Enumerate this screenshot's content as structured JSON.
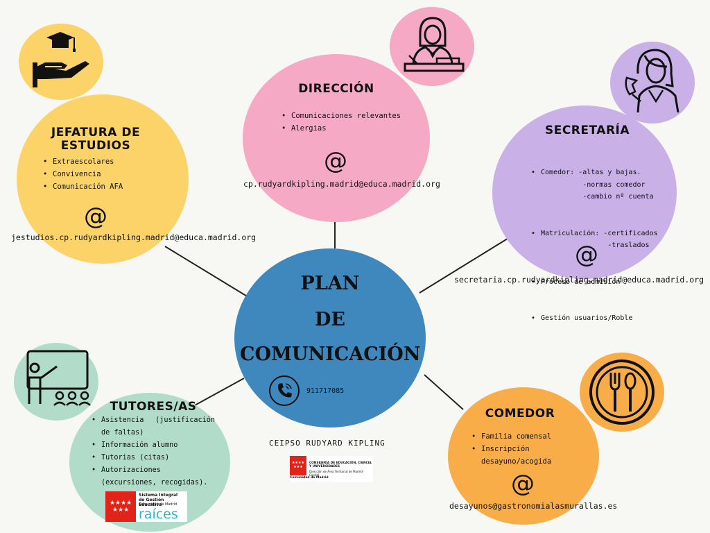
{
  "colors": {
    "background": "#f7f7f4",
    "center": "#3f88be",
    "jefatura": "#fbd368",
    "direccion": "#f6a9c5",
    "secretaria": "#c9b1e8",
    "tutores": "#b1dcc9",
    "comedor": "#f9ad49"
  },
  "center": {
    "line1": "PLAN",
    "line2": "DE",
    "line3": "COMUNICACIÓN",
    "phone": "911717085",
    "phone_icon": "phone-icon"
  },
  "school": {
    "name": "CEIPSO RUDYARD KIPLING",
    "logo_text1": "CONSEJERÍA DE EDUCACIÓN, CIENCIA Y UNIVERSIDADES",
    "logo_text2": "Dirección de Área Territorial de Madrid-Capital",
    "logo_caption": "Comunidad de Madrid"
  },
  "jefatura": {
    "title_line1": "JEFATURA DE",
    "title_line2": "ESTUDIOS",
    "items": [
      "Extraescolares",
      "Convivencia",
      "Comunicación AFA"
    ],
    "at": "@",
    "email": "jestudios.cp.rudyardkipling.madrid@educa.madrid.org",
    "icon": "graduation-cap-hand-icon"
  },
  "direccion": {
    "title": "DIRECCIÓN",
    "items": [
      "Comunicaciones relevantes",
      "Alergias"
    ],
    "at": "@",
    "email": "cp.rudyardkipling.madrid@educa.madrid.org",
    "icon": "director-desk-icon"
  },
  "secretaria": {
    "title": "SECRETARÍA",
    "items": [
      "Comedor: -altas y bajas.\n          -normas comedor\n          -cambio nº cuenta",
      "Matriculación: -certificados\n                -traslados",
      "Proceso de admisión",
      "Gestión usuarios/Roble"
    ],
    "at": "@",
    "email": "secretaria.cp.rudyardkipling.madrid@educa.madrid.org",
    "icon": "secretary-phone-icon"
  },
  "tutores": {
    "title": "TUTORES/AS",
    "items": [
      "Asistencia (justificación de faltas)",
      "Información alumno",
      "Tutorias (citas)",
      "Autorizaciones (excursiones, recogidas)."
    ],
    "icon": "teacher-board-icon",
    "raices_line1": "Sistema Integral",
    "raices_line2": "de Gestión Educativa",
    "raices_line3": "Comunidad de Madrid",
    "raices_brand": "raíces"
  },
  "comedor": {
    "title": "COMEDOR",
    "items": [
      "Familia comensal",
      "Inscripción desayuno/acogida"
    ],
    "at": "@",
    "email": "desayunos@gastronomialasmurallas.es",
    "icon": "fork-spoon-plate-icon"
  }
}
